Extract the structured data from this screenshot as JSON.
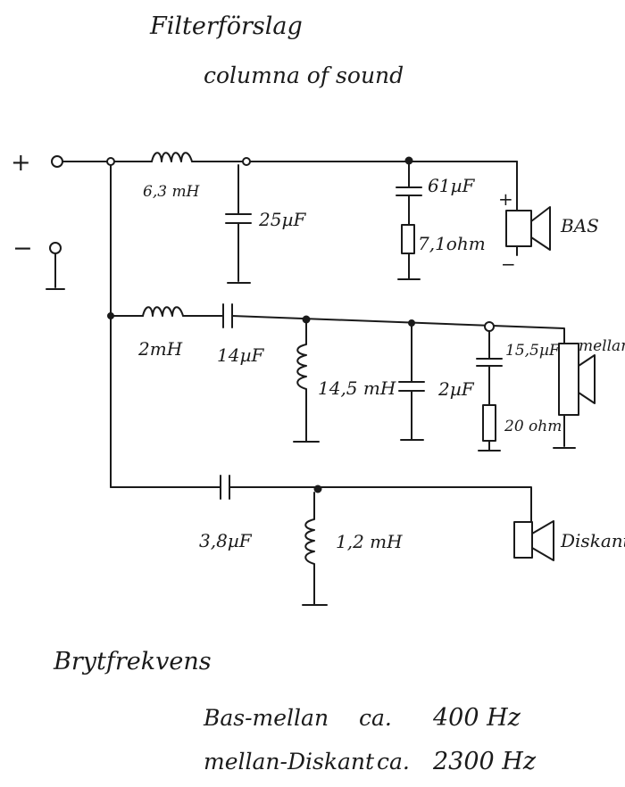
{
  "title": "Filterförslag",
  "subtitle": "columna of sound",
  "terminals": {
    "plus": "+",
    "minus": "−"
  },
  "bass_section": {
    "inductor": "6,3 mH",
    "shunt_cap": "25µF",
    "zobel_cap": "61µF",
    "zobel_res": "7,1ohm",
    "driver": "BAS",
    "driver_plus": "+",
    "driver_minus": "−"
  },
  "mid_section": {
    "inductor": "2mH",
    "series_cap": "14µF",
    "shunt_inductor": "14,5 mH",
    "shunt_cap": "2µF",
    "zobel_cap": "15,5µF",
    "zobel_res": "20 ohm",
    "driver": "mellan"
  },
  "tweeter_section": {
    "series_cap": "3,8µF",
    "shunt_inductor": "1,2 mH",
    "driver": "Diskant"
  },
  "crossover": {
    "heading": "Brytfrekvens",
    "rows": [
      {
        "pair": "Bas-mellan",
        "approx": "ca.",
        "freq": "400 Hz"
      },
      {
        "pair": "mellan-Diskant",
        "approx": "ca.",
        "freq": "2300 Hz"
      }
    ]
  }
}
